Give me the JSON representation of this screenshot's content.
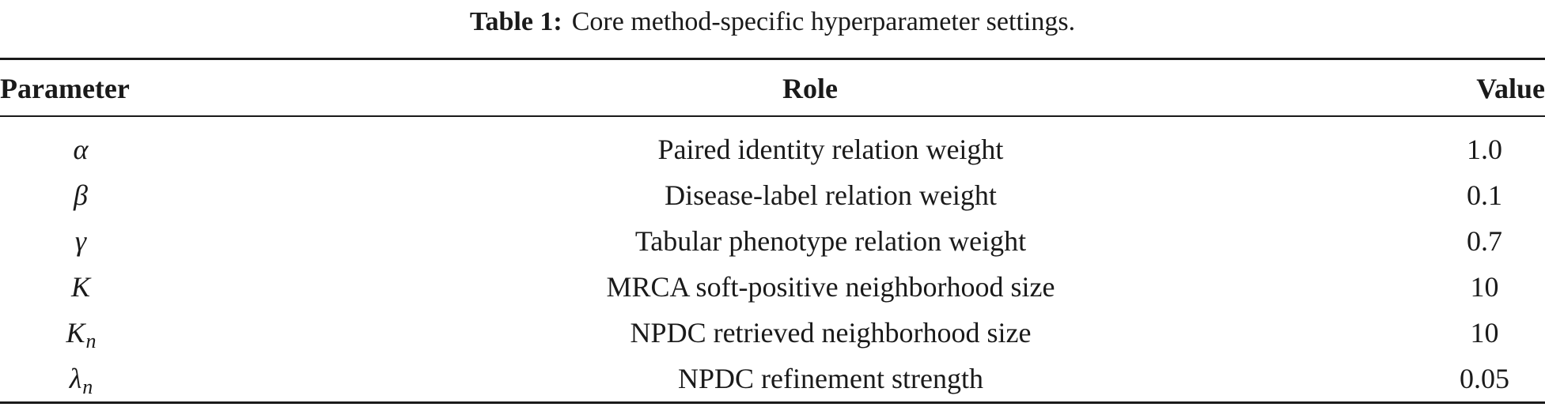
{
  "caption": {
    "label": "Table 1:",
    "text": "Core method-specific hyperparameter settings."
  },
  "table": {
    "headers": {
      "parameter": "Parameter",
      "role": "Role",
      "value": "Value"
    },
    "rows": [
      {
        "symbol": "α",
        "subscript": "",
        "role": "Paired identity relation weight",
        "value": "1.0"
      },
      {
        "symbol": "β",
        "subscript": "",
        "role": "Disease-label relation weight",
        "value": "0.1"
      },
      {
        "symbol": "γ",
        "subscript": "",
        "role": "Tabular phenotype relation weight",
        "value": "0.7"
      },
      {
        "symbol": "K",
        "subscript": "",
        "role": "MRCA soft-positive neighborhood size",
        "value": "10"
      },
      {
        "symbol": "K",
        "subscript": "n",
        "role": "NPDC retrieved neighborhood size",
        "value": "10"
      },
      {
        "symbol": "λ",
        "subscript": "n",
        "role": "NPDC refinement strength",
        "value": "0.05"
      }
    ]
  }
}
